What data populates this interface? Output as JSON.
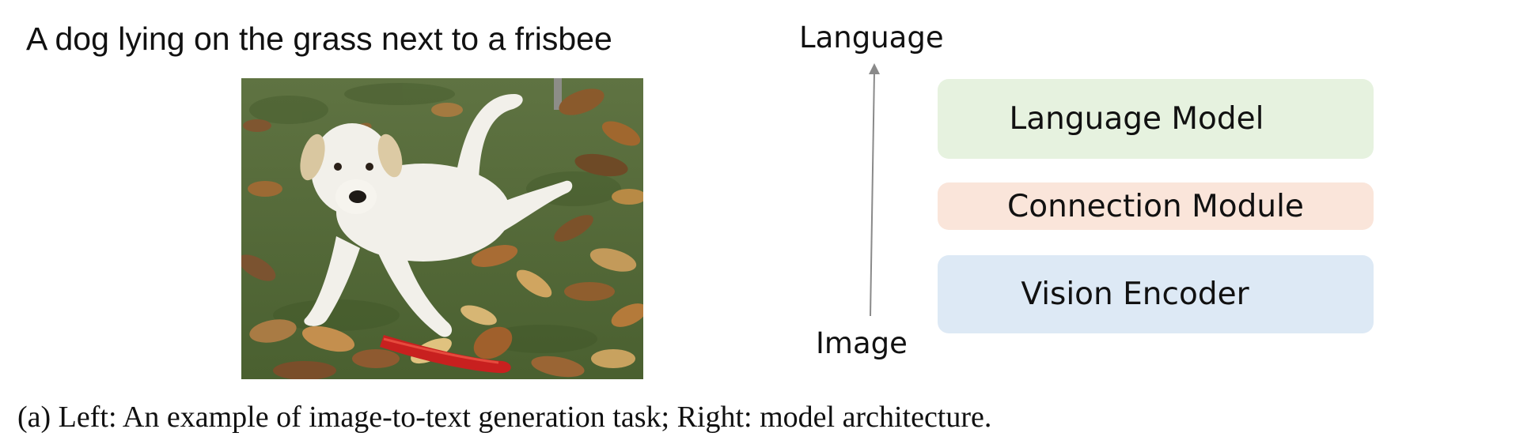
{
  "example": {
    "caption": "A dog lying on the grass next to a frisbee",
    "image_subject": "white dog lying on grass with autumn leaves and a red frisbee"
  },
  "architecture": {
    "output_label": "Language",
    "input_label": "Image",
    "blocks": [
      {
        "label": "Language Model",
        "color": "#e6f2df"
      },
      {
        "label": "Connection Module",
        "color": "#fae5da"
      },
      {
        "label": "Vision Encoder",
        "color": "#dde9f5"
      }
    ],
    "arrow_color": "#8a8a8a"
  },
  "figure_caption": "(a) Left: An example of image-to-text generation task; Right: model architecture."
}
